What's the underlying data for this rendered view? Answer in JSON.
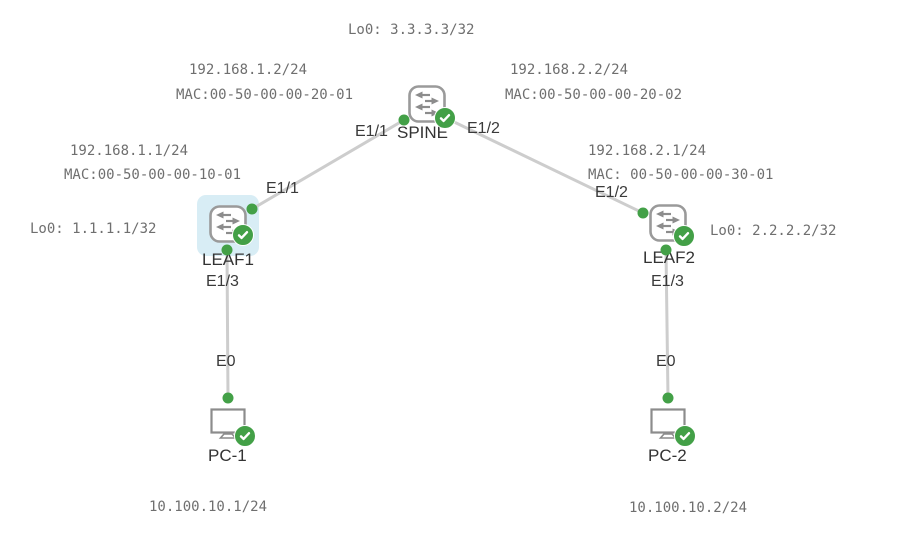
{
  "diagram": {
    "type": "network-topology",
    "background": "#ffffff"
  },
  "colors": {
    "link": "#cdcdcd",
    "status_green": "#43a047",
    "selection_highlight": "#d8edf5",
    "icon_stroke": "#9a9a9a",
    "annotation_text": "#6f6f6f",
    "node_text": "#333333"
  },
  "nodes": {
    "spine": {
      "label": "SPINE",
      "type": "switch",
      "status": "running",
      "selected": false
    },
    "leaf1": {
      "label": "LEAF1",
      "type": "switch",
      "status": "running",
      "selected": true
    },
    "leaf2": {
      "label": "LEAF2",
      "type": "switch",
      "status": "running",
      "selected": false
    },
    "pc1": {
      "label": "PC-1",
      "type": "pc",
      "status": "running",
      "selected": false
    },
    "pc2": {
      "label": "PC-2",
      "type": "pc",
      "status": "running",
      "selected": false
    }
  },
  "interface_labels": {
    "spine_left": "E1/1",
    "spine_right": "E1/2",
    "leaf1_uplink": "E1/1",
    "leaf2_uplink": "E1/2",
    "leaf1_down": "E1/3",
    "leaf2_down": "E1/3",
    "pc1_eth": "E0",
    "pc2_eth": "E0"
  },
  "links": [
    {
      "from": "SPINE",
      "from_if": "E1/1",
      "to": "LEAF1",
      "to_if": "E1/1"
    },
    {
      "from": "SPINE",
      "from_if": "E1/2",
      "to": "LEAF2",
      "to_if": "E1/2"
    },
    {
      "from": "LEAF1",
      "from_if": "E1/3",
      "to": "PC-1",
      "to_if": "E0"
    },
    {
      "from": "LEAF2",
      "from_if": "E1/3",
      "to": "PC-2",
      "to_if": "E0"
    }
  ],
  "annotations": {
    "spine_loopback": "Lo0: 3.3.3.3/32",
    "spine_left_ip": "192.168.1.2/24",
    "spine_left_mac": "MAC:00-50-00-00-20-01",
    "spine_right_ip": "192.168.2.2/24",
    "spine_right_mac": "MAC:00-50-00-00-20-02",
    "leaf1_ip": "192.168.1.1/24",
    "leaf1_mac": "MAC:00-50-00-00-10-01",
    "leaf1_loopback": "Lo0: 1.1.1.1/32",
    "leaf2_ip": "192.168.2.1/24",
    "leaf2_mac": "MAC: 00-50-00-00-30-01",
    "leaf2_loopback": "Lo0: 2.2.2.2/32",
    "pc1_ip": "10.100.10.1/24",
    "pc2_ip": "10.100.10.2/24"
  }
}
